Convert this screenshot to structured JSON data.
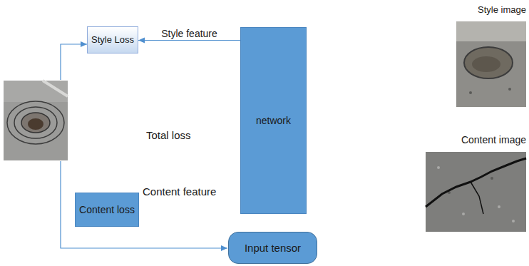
{
  "diagram": {
    "nodes": [
      {
        "text": [
          "Style Loss"
        ]
      },
      {
        "text": [
          "network"
        ]
      },
      {
        "text": [
          "Content loss"
        ]
      },
      {
        "text": [
          "Input tensor"
        ]
      }
    ],
    "edges": [
      {
        "from": 1,
        "to": 0,
        "label": "Style feature",
        "arrow": "to"
      }
    ],
    "labels": [
      "Total loss",
      "Content feature",
      "Style image",
      "Content image"
    ]
  }
}
